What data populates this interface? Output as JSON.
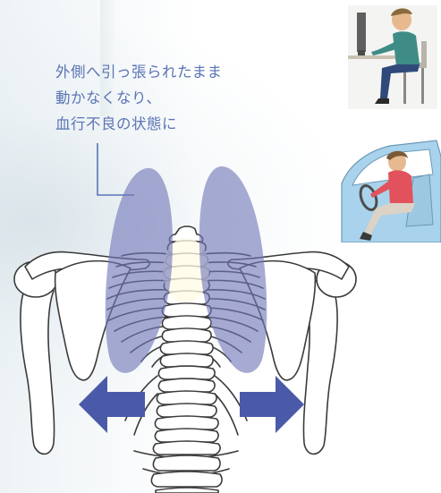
{
  "caption": {
    "lines": [
      "外側へ引っ張られたまま",
      "動かなくなり、",
      "血行不良の状態に"
    ]
  },
  "illustrations": {
    "skeleton": "upper-back-skeleton",
    "muscles": "rhomboid-muscle-highlight",
    "arrows": "outward-pull-arrows",
    "scene_top": "person-at-computer-desk",
    "scene_bottom": "person-driving-car"
  },
  "colors": {
    "caption_text": "#5a74b5",
    "muscle_fill": "#7178b8",
    "arrow_fill": "#4b5aa8",
    "bone_stroke": "#3b3b3b",
    "car_body": "#a9d3ec"
  }
}
